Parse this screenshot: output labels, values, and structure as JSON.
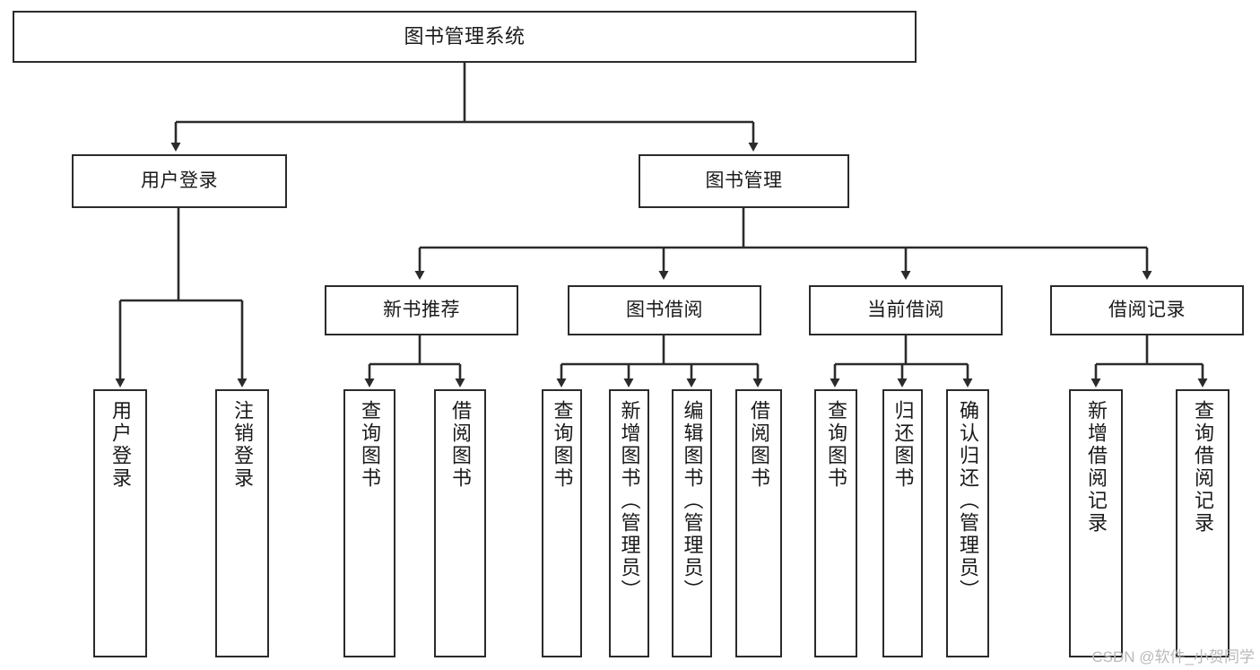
{
  "diagram": {
    "title": "图书管理系统",
    "watermark": "CSDN @软件_小贺同学",
    "type": "tree-hierarchy",
    "orientation": "top-down",
    "line_color": "#2b2b2b",
    "box_fill": "#ffffff",
    "text_color": "#1a1a1a",
    "watermark_color": "#b9b9b9"
  },
  "nodes": {
    "root": {
      "label": "图书管理系统",
      "level": 1
    },
    "user_login": {
      "label": "用户登录",
      "level": 2
    },
    "book_manage": {
      "label": "图书管理",
      "level": 2
    },
    "new_book_rec": {
      "label": "新书推荐",
      "level": 3
    },
    "book_borrow": {
      "label": "图书借阅",
      "level": 3
    },
    "current_borrow": {
      "label": "当前借阅",
      "level": 3
    },
    "borrow_record": {
      "label": "借阅记录",
      "level": 3
    },
    "leaf_user_login": {
      "label": "用户登录",
      "level": 3,
      "parent": "user_login"
    },
    "leaf_logout": {
      "label": "注销登录",
      "level": 3,
      "parent": "user_login"
    },
    "leaf_query_book_1": {
      "label": "查询图书",
      "level": 4,
      "parent": "new_book_rec"
    },
    "leaf_borrow_book_1": {
      "label": "借阅图书",
      "level": 4,
      "parent": "new_book_rec"
    },
    "leaf_query_book_2": {
      "label": "查询图书",
      "level": 4,
      "parent": "book_borrow"
    },
    "leaf_add_book": {
      "label": "新增图书（管理员）",
      "level": 4,
      "parent": "book_borrow"
    },
    "leaf_edit_book": {
      "label": "编辑图书（管理员）",
      "level": 4,
      "parent": "book_borrow"
    },
    "leaf_borrow_book_2": {
      "label": "借阅图书",
      "level": 4,
      "parent": "book_borrow"
    },
    "leaf_query_book_3": {
      "label": "查询图书",
      "level": 4,
      "parent": "current_borrow"
    },
    "leaf_return_book": {
      "label": "归还图书",
      "level": 4,
      "parent": "current_borrow"
    },
    "leaf_confirm_return": {
      "label": "确认归还（管理员）",
      "level": 4,
      "parent": "current_borrow"
    },
    "leaf_add_record": {
      "label": "新增借阅记录",
      "level": 4,
      "parent": "borrow_record"
    },
    "leaf_query_record": {
      "label": "查询借阅记录",
      "level": 4,
      "parent": "borrow_record"
    }
  }
}
